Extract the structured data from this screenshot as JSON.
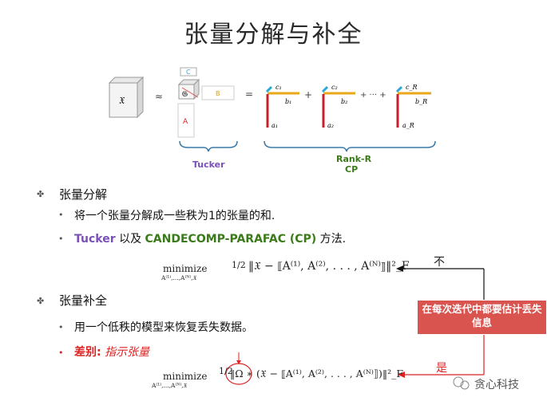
{
  "title": "张量分解与补全",
  "diagram": {
    "x_label": "𝔛",
    "approx": "≈",
    "core_label": "𝔊",
    "factor_c": "C",
    "factor_b": "B",
    "factor_a": "A",
    "equals": "=",
    "plus": "+",
    "plus_dots": "+ ··· +",
    "tucker_label": "Tucker",
    "rank_r": "Rank-R",
    "cp": "CP",
    "comps": [
      {
        "c": "c₁",
        "b": "b₁",
        "a": "a₁"
      },
      {
        "c": "c₂",
        "b": "b₂",
        "a": "a₂"
      },
      {
        "c": "c_R",
        "b": "b_R",
        "a": "a_R"
      }
    ]
  },
  "section1": {
    "heading": "张量分解",
    "item1": "将一个张量分解成一些秩为1的张量的和.",
    "item2_tucker": "Tucker",
    "item2_mid": "以及",
    "item2_cp": "CANDECOMP-PARAFAC (CP)",
    "item2_end": "方法."
  },
  "section2": {
    "heading": "张量补全",
    "item1": "用一个低秩的模型来恢复丢失数据。",
    "item2_label": "差别:",
    "item2_text": "指示张量"
  },
  "flow": {
    "box_text": "在每次迭代中都要估计丢失信息",
    "no_label": "不",
    "yes_label": "是"
  },
  "watermark": "贪心科技",
  "formula1": {
    "min": "minimize",
    "sub": "A⁽¹⁾,...,A⁽ᴺ⁾,𝔛",
    "frac": "1/2",
    "body": "‖𝔛 − ⟦A⁽¹⁾, A⁽²⁾, . . . , A⁽ᴺ⁾⟧‖²_F"
  },
  "formula2": {
    "min": "minimize",
    "sub": "A⁽¹⁾,...,A⁽ᴺ⁾,𝔛",
    "frac": "1/2",
    "body": "‖Ω ∗ (𝔛 − ⟦A⁽¹⁾, A⁽²⁾, . . . , A⁽ᴺ⁾⟧)‖²_F"
  }
}
